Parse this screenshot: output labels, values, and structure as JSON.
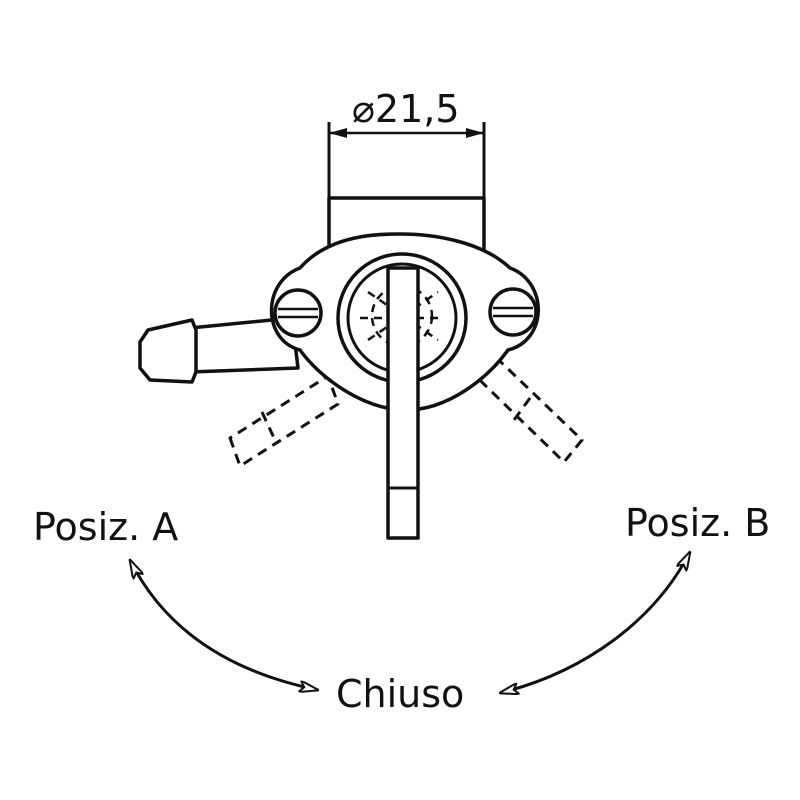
{
  "dimension": {
    "symbol": "⌀",
    "value": "21,5"
  },
  "labels": {
    "pos_a": "Posiz. A",
    "pos_b": "Posiz. B",
    "closed": "Chiuso"
  },
  "colors": {
    "ink": "#111111",
    "background": "#ffffff"
  }
}
